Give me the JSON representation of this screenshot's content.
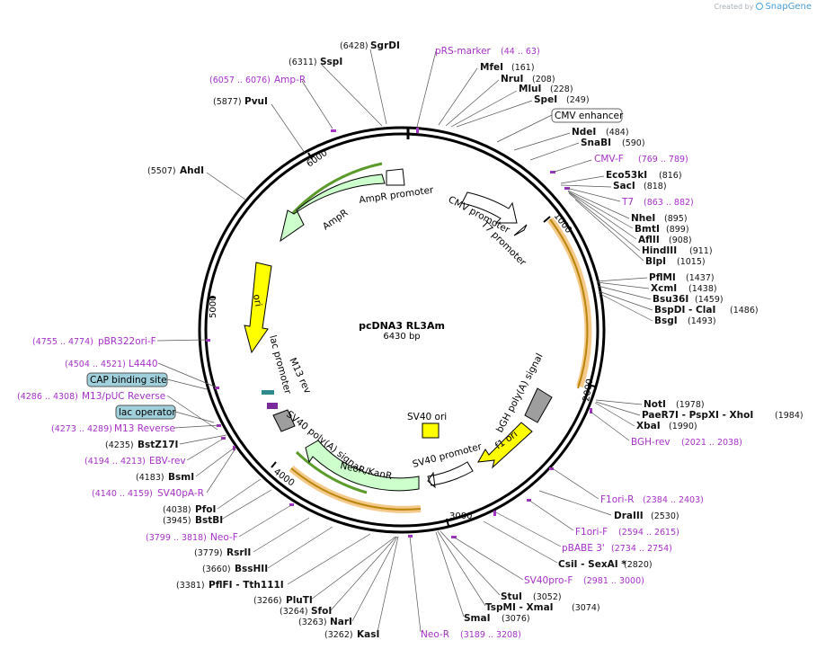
{
  "watermark": {
    "created_by": "Created by",
    "brand": "SnapGene"
  },
  "plasmid": {
    "name": "pcDNA3 RL3Am",
    "size_label": "6430 bp",
    "length": 6430
  },
  "colors": {
    "primer": "#a631c7",
    "feature_green": "#ccffcc",
    "origin_yellow": "#ffff00",
    "orf_orange": "#f5b042",
    "gray": "#9e9e9e"
  },
  "ticks": [
    "1000",
    "2000",
    "3000",
    "4000",
    "5000",
    "6000"
  ],
  "features": [
    "AmpR promoter",
    "AmpR",
    "ori",
    "CMV promoter",
    "T7 promoter",
    "lac promoter",
    "M13 rev",
    "SV40 poly(A) signal",
    "NeoR/KanR",
    "SV40 promoter",
    "f1 ori",
    "bGH poly(A) signal",
    "SV40 ori"
  ],
  "boxed": [
    "CMV enhancer",
    "CAP binding site",
    "lac operator"
  ],
  "sites": [
    {
      "name": "SgrDI",
      "pos": "(6428)"
    },
    {
      "name": "SspI",
      "pos": "(6311)"
    },
    {
      "name": "PvuI",
      "pos": "(5877)"
    },
    {
      "name": "AhdI",
      "pos": "(5507)"
    },
    {
      "name": "MfeI",
      "pos": "(161)"
    },
    {
      "name": "NruI",
      "pos": "(208)"
    },
    {
      "name": "MluI",
      "pos": "(228)"
    },
    {
      "name": "SpeI",
      "pos": "(249)"
    },
    {
      "name": "NdeI",
      "pos": "(484)"
    },
    {
      "name": "SnaBI",
      "pos": "(590)"
    },
    {
      "name": "Eco53kI",
      "pos": "(816)"
    },
    {
      "name": "SacI",
      "pos": "(818)"
    },
    {
      "name": "NheI",
      "pos": "(895)"
    },
    {
      "name": "BmtI",
      "pos": "(899)"
    },
    {
      "name": "AflII",
      "pos": "(908)"
    },
    {
      "name": "HindIII",
      "pos": "(911)"
    },
    {
      "name": "BlpI",
      "pos": "(1015)"
    },
    {
      "name": "PflMI",
      "pos": "(1437)"
    },
    {
      "name": "XcmI",
      "pos": "(1438)"
    },
    {
      "name": "Bsu36I",
      "pos": "(1459)"
    },
    {
      "name": "BspDI - ClaI",
      "pos": "(1486)"
    },
    {
      "name": "BsgI",
      "pos": "(1493)"
    },
    {
      "name": "NotI",
      "pos": "(1978)"
    },
    {
      "name": "PaeR7I - PspXI - XhoI",
      "pos": "(1984)"
    },
    {
      "name": "XbaI",
      "pos": "(1990)"
    },
    {
      "name": "DraIII",
      "pos": "(2530)"
    },
    {
      "name": "CsiI - SexAI *",
      "pos": "(2820)"
    },
    {
      "name": "StuI",
      "pos": "(3052)"
    },
    {
      "name": "TspMI - XmaI",
      "pos": "(3074)"
    },
    {
      "name": "SmaI",
      "pos": "(3076)"
    },
    {
      "name": "KasI",
      "pos": "(3262)"
    },
    {
      "name": "NarI",
      "pos": "(3263)"
    },
    {
      "name": "SfoI",
      "pos": "(3264)"
    },
    {
      "name": "PluTI",
      "pos": "(3266)"
    },
    {
      "name": "PflFI - Tth111I",
      "pos": "(3381)"
    },
    {
      "name": "BssHII",
      "pos": "(3660)"
    },
    {
      "name": "RsrII",
      "pos": "(3779)"
    },
    {
      "name": "BstBI",
      "pos": "(3945)"
    },
    {
      "name": "PfoI",
      "pos": "(4038)"
    },
    {
      "name": "BsmI",
      "pos": "(4183)"
    },
    {
      "name": "BstZ17I",
      "pos": "(4235)"
    }
  ],
  "primers": [
    {
      "name": "pRS-marker",
      "pos": "(44 .. 63)"
    },
    {
      "name": "Amp-R",
      "pos": "(6057 .. 6076)"
    },
    {
      "name": "CMV-F",
      "pos": "(769 .. 789)"
    },
    {
      "name": "T7",
      "pos": "(863 .. 882)"
    },
    {
      "name": "BGH-rev",
      "pos": "(2021 .. 2038)"
    },
    {
      "name": "F1ori-R",
      "pos": "(2384 .. 2403)"
    },
    {
      "name": "F1ori-F",
      "pos": "(2594 .. 2615)"
    },
    {
      "name": "pBABE 3'",
      "pos": "(2734 .. 2754)"
    },
    {
      "name": "SV40pro-F",
      "pos": "(2981 .. 3000)"
    },
    {
      "name": "Neo-R",
      "pos": "(3189 .. 3208)"
    },
    {
      "name": "Neo-F",
      "pos": "(3799 .. 3818)"
    },
    {
      "name": "SV40pA-R",
      "pos": "(4140 .. 4159)"
    },
    {
      "name": "EBV-rev",
      "pos": "(4194 .. 4213)"
    },
    {
      "name": "M13 Reverse",
      "pos": "(4273 .. 4289)"
    },
    {
      "name": "M13/pUC Reverse",
      "pos": "(4286 .. 4308)"
    },
    {
      "name": "L4440",
      "pos": "(4504 .. 4521)"
    },
    {
      "name": "pBR322ori-F",
      "pos": "(4755 .. 4774)"
    }
  ]
}
